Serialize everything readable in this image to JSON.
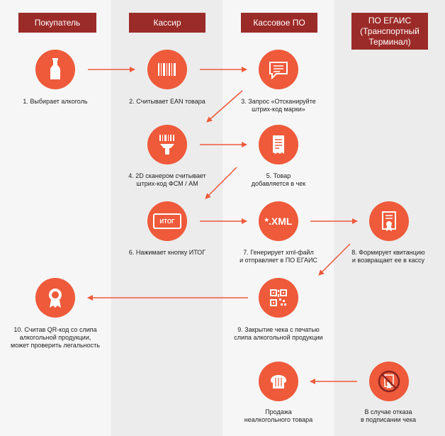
{
  "colors": {
    "accent": "#ee5a3a",
    "header_bg": "#9b2b28",
    "lane_light": "#f6f6f6",
    "lane_dark": "#ececec",
    "text": "#222222"
  },
  "lanes": [
    {
      "id": "buyer",
      "title": "Покупатель"
    },
    {
      "id": "cashier",
      "title": "Кассир"
    },
    {
      "id": "pos",
      "title": "Кассовое ПО"
    },
    {
      "id": "egais",
      "title": "ПО ЕГАИС\n(Транспортный\nТерминал)"
    }
  ],
  "steps": [
    {
      "id": "s1",
      "icon": "bottle-icon",
      "caption": "1. Выбирает алкоголь"
    },
    {
      "id": "s2",
      "icon": "barcode-icon",
      "caption": "2. Считывает EAN товара"
    },
    {
      "id": "s3",
      "icon": "message-icon",
      "caption": "3. Запрос «Отсканируйте\nштрих-код марки»"
    },
    {
      "id": "s4",
      "icon": "scanner-icon",
      "caption": "4. 2D сканером считывает\nштрих-код ФСМ / АМ"
    },
    {
      "id": "s5",
      "icon": "receipt-icon",
      "caption": "5. Товар\nдобавляется в чек"
    },
    {
      "id": "s6",
      "icon": "total-button-icon",
      "icon_text": "ИТОГ",
      "caption": "6. Нажимает кнопку ИТОГ"
    },
    {
      "id": "s7",
      "icon": "xml-file-icon",
      "icon_text": "*.XML",
      "caption": "7. Генерирует xml-файл\nи отправляет в ПО ЕГАИС"
    },
    {
      "id": "s8",
      "icon": "certificate-icon",
      "caption": "8. Формирует квитанцию\nи возвращает ее в кассу"
    },
    {
      "id": "s9",
      "icon": "qr-code-icon",
      "caption": "9. Закрытие чека с печатью\nслипа алкогольной продукции"
    },
    {
      "id": "s10",
      "icon": "award-badge-icon",
      "caption": "10. Считав QR-код со слипа\nалкогольной продукции,\nможет проверить легальность"
    },
    {
      "id": "s11",
      "icon": "bread-icon",
      "caption": "Продажа\nнеалкогольного товара"
    },
    {
      "id": "s12",
      "icon": "refused-certificate-icon",
      "caption": "В случае отказа\nв подписании чека"
    }
  ]
}
